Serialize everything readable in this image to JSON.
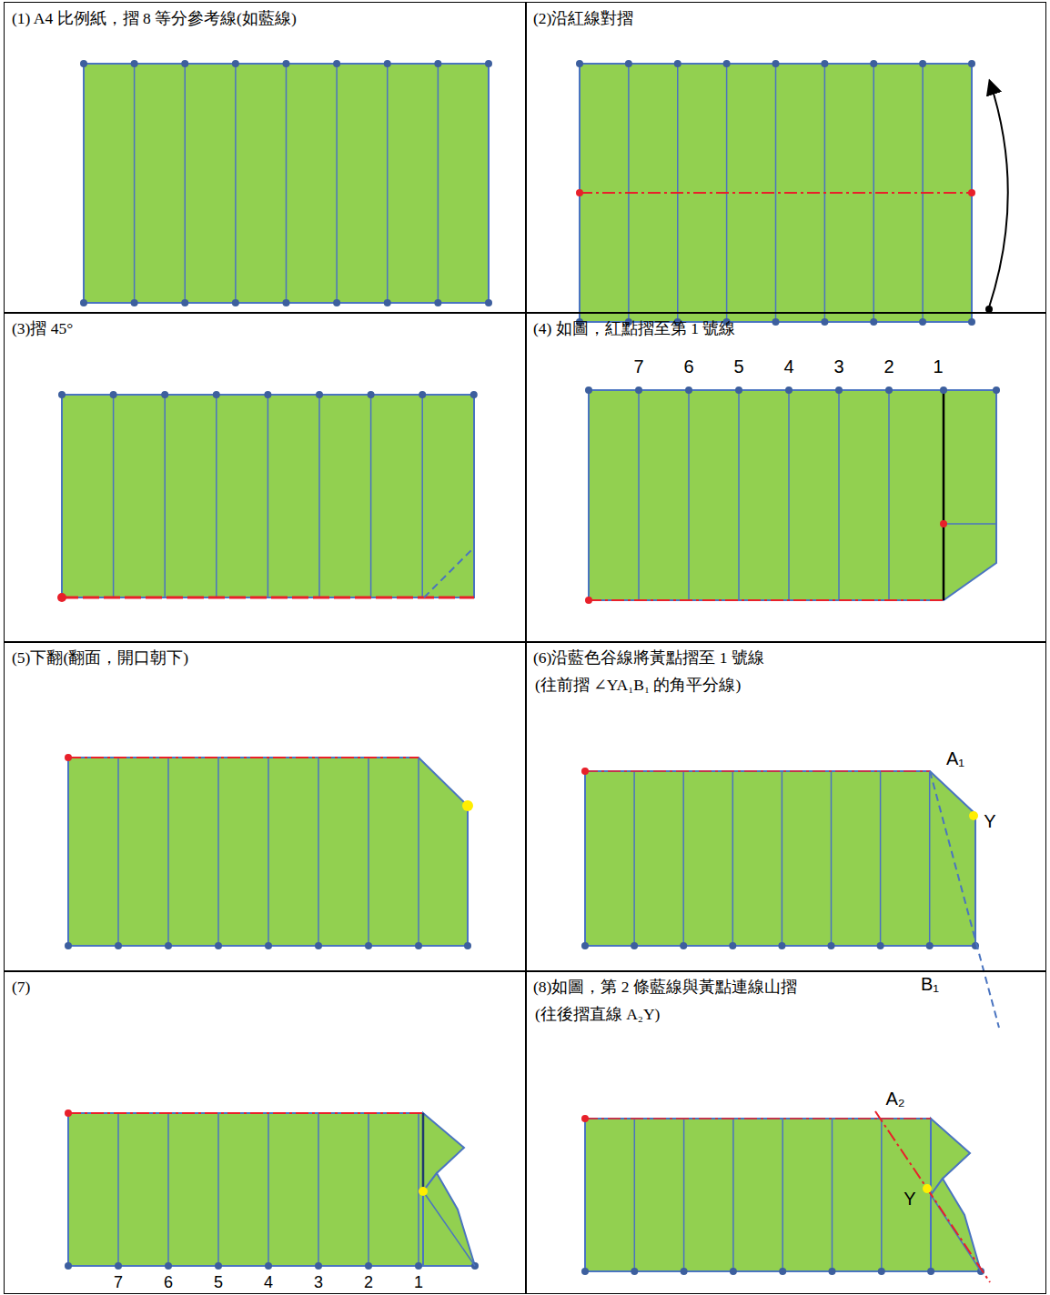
{
  "diagram": {
    "nodes": [
      {
        "text": [
          "(1) A4 比例紙，摺 8 等分參考線(如藍線)"
        ]
      },
      {
        "text": [
          "(2)沿紅線對摺"
        ]
      },
      {
        "text": [
          "(3)摺 45°"
        ]
      },
      {
        "text": [
          "(4) 如圖，紅點摺至第 1 號線"
        ]
      },
      {
        "text": [
          "(5)下翻(翻面，開口朝下)"
        ]
      },
      {
        "text": [
          "(6)沿藍色谷線將黃點摺至 1 號線",
          "(往前摺 ∠YA₁B₁ 的角平分線)"
        ]
      },
      {
        "text": [
          "(7)"
        ]
      },
      {
        "text": [
          "(8)如圖，第 2 條藍線與黃點連線山摺",
          "(往後摺直線 A₂Y)"
        ]
      }
    ],
    "labels": [
      "7",
      "6",
      "5",
      "4",
      "3",
      "2",
      "1",
      "A₁",
      "Y",
      "B₁",
      "7",
      "6",
      "5",
      "4",
      "3",
      "2",
      "1",
      "A₂",
      "Y"
    ]
  }
}
